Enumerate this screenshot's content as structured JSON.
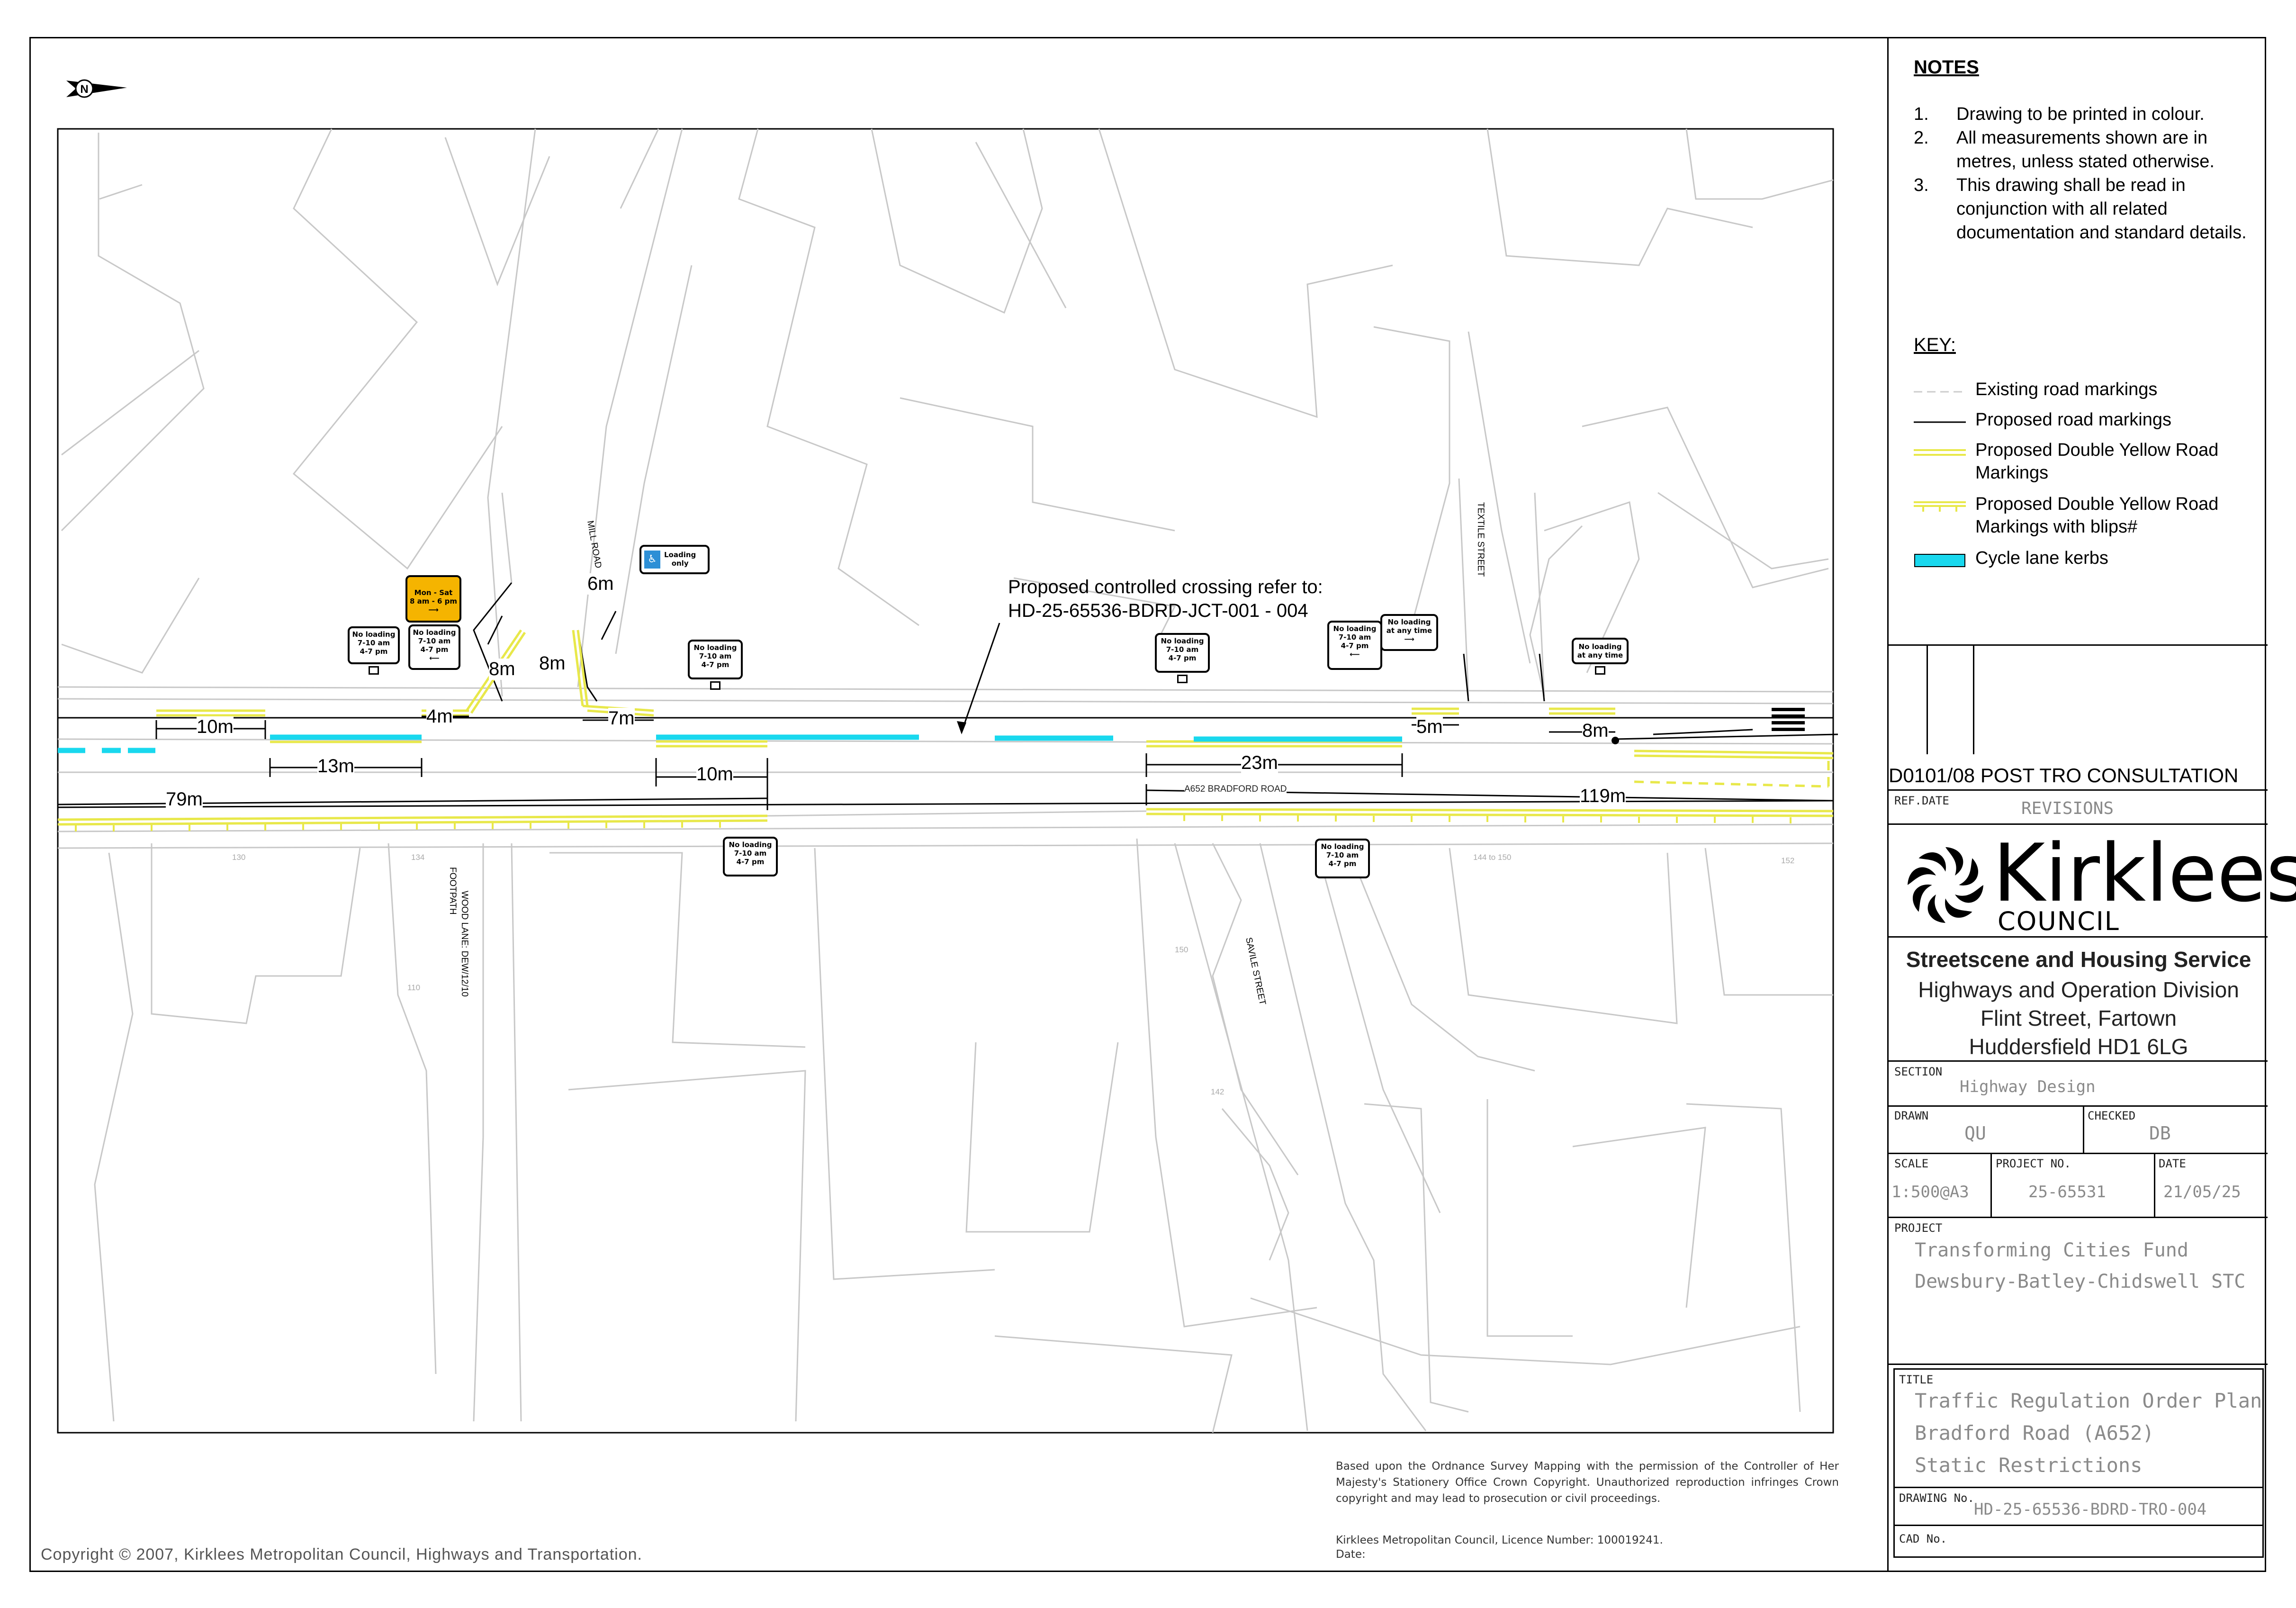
{
  "notes": {
    "title": "NOTES",
    "items": [
      {
        "num": "1.",
        "text": "Drawing to be printed in colour."
      },
      {
        "num": "2.",
        "text": "All measurements shown are in metres, unless stated otherwise."
      },
      {
        "num": "3.",
        "text": "This drawing shall be read in conjunction with all related documentation and standard details."
      }
    ]
  },
  "key": {
    "title": "KEY:",
    "items": [
      {
        "label": "Existing road markings",
        "symbol": "dashed-grey-line"
      },
      {
        "label": "Proposed road markings",
        "symbol": "solid-black-line"
      },
      {
        "label": "Proposed Double Yellow Road Markings",
        "symbol": "double-yellow-line"
      },
      {
        "label": "Proposed Double Yellow Road Markings with blips#",
        "symbol": "double-yellow-blips"
      },
      {
        "label": "Cycle lane kerbs",
        "symbol": "cyan-bar"
      }
    ]
  },
  "colors": {
    "yellow_line": "#e8e84a",
    "cycle_kerb": "#19d8ee",
    "base_map": "#c8c8c8",
    "sign_yellow": "#f5b400",
    "sign_blue": "#2d8fd6"
  },
  "revision": {
    "ref": "D01",
    "date": "01/08",
    "description": "POST TRO CONSULTATION",
    "ref_label": "REF.",
    "date_label": "DATE",
    "revisions_label": "REVISIONS"
  },
  "council": {
    "logo_name": "Kirklees",
    "logo_sub": "COUNCIL",
    "service": "Streetscene and Housing Service",
    "division": "Highways and Operation Division",
    "street": "Flint Street, Fartown",
    "town": "Huddersfield HD1 6LG"
  },
  "title_block": {
    "section_label": "SECTION",
    "section": "Highway Design",
    "drawn_label": "DRAWN",
    "drawn": "QU",
    "checked_label": "CHECKED",
    "checked": "DB",
    "scale_label": "SCALE",
    "scale": "1:500@A3",
    "project_no_label": "PROJECT NO.",
    "project_no": "25-65531",
    "date_label": "DATE",
    "date": "21/05/25",
    "project_label": "PROJECT",
    "project_line1": "Transforming Cities Fund",
    "project_line2": "Dewsbury-Batley-Chidswell STC",
    "title_label": "TITLE",
    "title_line1": "Traffic Regulation Order Plan",
    "title_line2": "Bradford Road (A652)",
    "title_line3": "Static Restrictions",
    "drawing_no_label": "DRAWING No.",
    "drawing_no": "HD-25-65536-BDRD-TRO-004",
    "cad_no_label": "CAD No."
  },
  "map": {
    "north_letter": "N",
    "crossing_note_line1": "Proposed controlled crossing refer to:",
    "crossing_note_line2": "HD-25-65536-BDRD-JCT-001 - 004",
    "road_labels": {
      "bradford_road": "A652 BRADFORD ROAD",
      "mill_road": "MILL ROAD",
      "textile_street": "TEXTILE STREET",
      "savile_street": "SAVILE STREET",
      "wood_lane": "WOOD LANE: DEW/12/10",
      "footpath": "FOOTPATH"
    },
    "dimensions": {
      "d10a": "10m",
      "d13": "13m",
      "d79": "79m",
      "d4": "4m",
      "d8a": "8m",
      "d8b": "8m",
      "d6": "6m",
      "d7": "7m",
      "d10b": "10m",
      "d23": "23m",
      "d5": "5m",
      "d8c": "8m",
      "d119": "119m"
    },
    "house_numbers": {
      "n130": "130",
      "n134": "134",
      "n110": "110",
      "n150": "150",
      "n142": "142",
      "n164": "144 to 150",
      "n152": "152"
    },
    "signs": {
      "no_loading_peak": [
        "No loading",
        "7-10 am",
        "4-7 pm"
      ],
      "no_loading_any": [
        "No loading",
        "at any time"
      ],
      "mon_sat": [
        "Mon - Sat",
        "8 am - 6 pm"
      ],
      "loading_only": [
        "Loading",
        "only"
      ]
    }
  },
  "footer": {
    "copyright": "Copyright © 2007, Kirklees Metropolitan Council, Highways and Transportation.",
    "os_statement": "Based upon the Ordnance Survey Mapping with the permission of the Controller of Her Majesty's Stationery Office Crown Copyright. Unauthorized reproduction infringes Crown copyright and may lead to prosecution or civil proceedings.",
    "licence": "Kirklees Metropolitan Council, Licence Number: 100019241.",
    "date_label": "Date:"
  }
}
